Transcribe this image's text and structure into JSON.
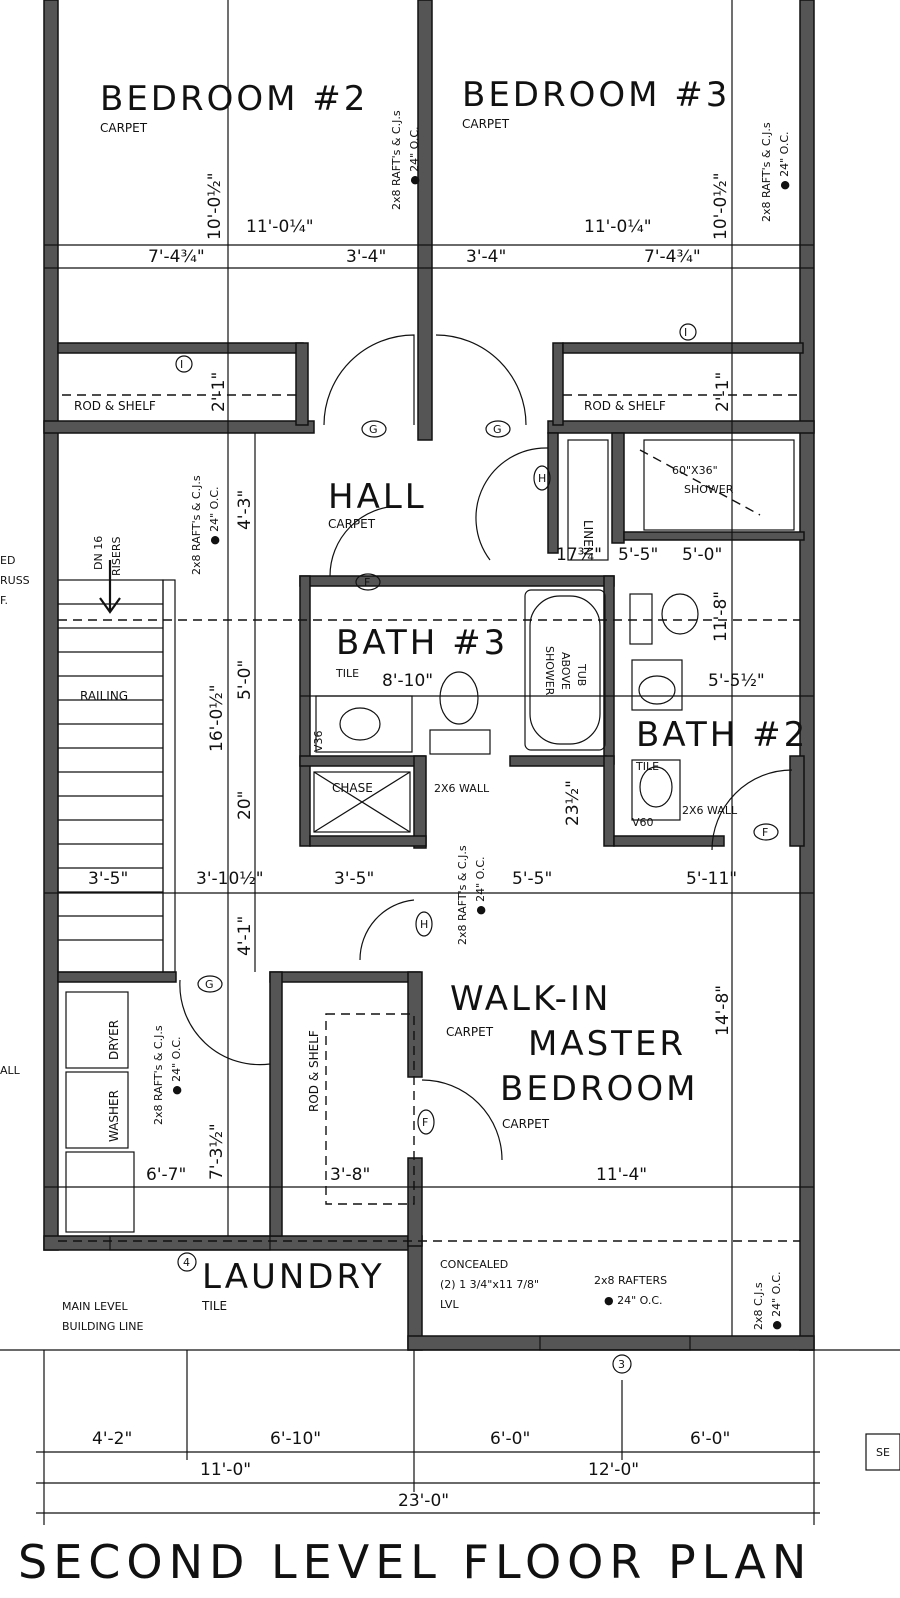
{
  "title": "SECOND LEVEL FLOOR PLAN",
  "rooms": {
    "bedroom2": {
      "name": "BEDROOM #2",
      "floor": "CARPET",
      "rafters": "2x8 RAFT's & C.J.s",
      "oc": "● 24\" O.C."
    },
    "bedroom3": {
      "name": "BEDROOM #3",
      "floor": "CARPET",
      "rafters": "2x8 RAFT's & C.J.s",
      "oc": "● 24\" O.C."
    },
    "hall": {
      "name": "HALL",
      "floor": "CARPET"
    },
    "bath3": {
      "name": "BATH #3",
      "floor": "TILE"
    },
    "bath2": {
      "name": "BATH #2",
      "floor": "TILE"
    },
    "walkin": {
      "name": "WALK-IN",
      "floor": "CARPET"
    },
    "master": {
      "name_line1": "MASTER",
      "name_line2": "BEDROOM",
      "floor": "CARPET"
    },
    "laundry": {
      "name": "LAUNDRY",
      "floor": "TILE"
    }
  },
  "labels": {
    "rod_shelf_left": "ROD & SHELF",
    "rod_shelf_right": "ROD & SHELF",
    "rod_shelf_walkin": "ROD & SHELF",
    "linen": "LINEN",
    "shower": "60\"X36\"",
    "shower2": "SHOWER",
    "tub_1": "SHOWER",
    "tub_2": "ABOVE",
    "tub_3": "TUB",
    "chase": "CHASE",
    "wall_2x6_a": "2X6 WALL",
    "wall_2x6_b": "2X6 WALL",
    "railing": "RAILING",
    "stairs_1": "DN 16",
    "stairs_2": "RISERS",
    "dryer": "DRYER",
    "washer": "WASHER",
    "v36": "V36",
    "v60": "V60",
    "hall_rafters": "2x8 RAFT's & C.J.s",
    "hall_oc": "● 24\" O.C.",
    "mid_rafters": "2x8 RAFT's & C.J.s",
    "mid_oc": "● 24\" O.C.",
    "laundry_rafters": "2x8 RAFT's & C.J.s",
    "laundry_oc": "● 24\" O.C.",
    "concealed_1": "CONCEALED",
    "concealed_2": "(2) 1 3/4\"x11 7/8\"",
    "concealed_3": "LVL",
    "rafters_2x8": "2x8 RAFTERS",
    "rafters_2x8_oc": "● 24\" O.C.",
    "right_cj": "2x8 C.J.s",
    "right_oc": "● 24\" O.C.",
    "main_level_1": "MAIN LEVEL",
    "main_level_2": "BUILDING LINE",
    "edge_1": "ED",
    "edge_2": "RUSS",
    "edge_3": "F.",
    "edge_4": "ALL",
    "edge_se": "SE"
  },
  "tags": {
    "i1": "I",
    "i2": "I",
    "g1": "G",
    "g2": "G",
    "g3": "G",
    "h1": "H",
    "h2": "H",
    "f1": "F",
    "f2": "F",
    "f3": "F",
    "n4": "4",
    "n3": "3"
  },
  "dims": {
    "d_10_0_5_a": "10'-0½\"",
    "d_11_0_25_a": "11'-0¼\"",
    "d_10_0_5_b": "10'-0½\"",
    "d_11_0_25_b": "11'-0¼\"",
    "d_7_4_75_a": "7'-4¾\"",
    "d_3_4_a": "3'-4\"",
    "d_3_4_b": "3'-4\"",
    "d_7_4_75_b": "7'-4¾\"",
    "d_2_1_a": "2'-1\"",
    "d_2_1_b": "2'-1\"",
    "d_4_3": "4'-3\"",
    "d_17_75": "17¾\"",
    "d_5_5": "5'-5\"",
    "d_5_0a": "5'-0\"",
    "d_11_8": "11'-8\"",
    "d_8_10": "8'-10\"",
    "d_5_5_5": "5'-5½\"",
    "d_16_0_5": "16'-0½\"",
    "d_5_0b": "5'-0\"",
    "d_20": "20\"",
    "d_23_5": "23½\"",
    "d_3_5_a": "3'-5\"",
    "d_3_10_5": "3'-10½\"",
    "d_3_5_b": "3'-5\"",
    "d_5_11": "5'-11\"",
    "d_4_1": "4'-1\"",
    "d_14_8": "14'-8\"",
    "d_6_7": "6'-7\"",
    "d_7_3_5": "7'-3½\"",
    "d_3_8": "3'-8\"",
    "d_11_4": "11'-4\"",
    "b_4_2": "4'-2\"",
    "b_6_10": "6'-10\"",
    "b_6_0a": "6'-0\"",
    "b_6_0b": "6'-0\"",
    "b_11_0": "11'-0\"",
    "b_12_0": "12'-0\"",
    "b_23_0": "23'-0\""
  }
}
